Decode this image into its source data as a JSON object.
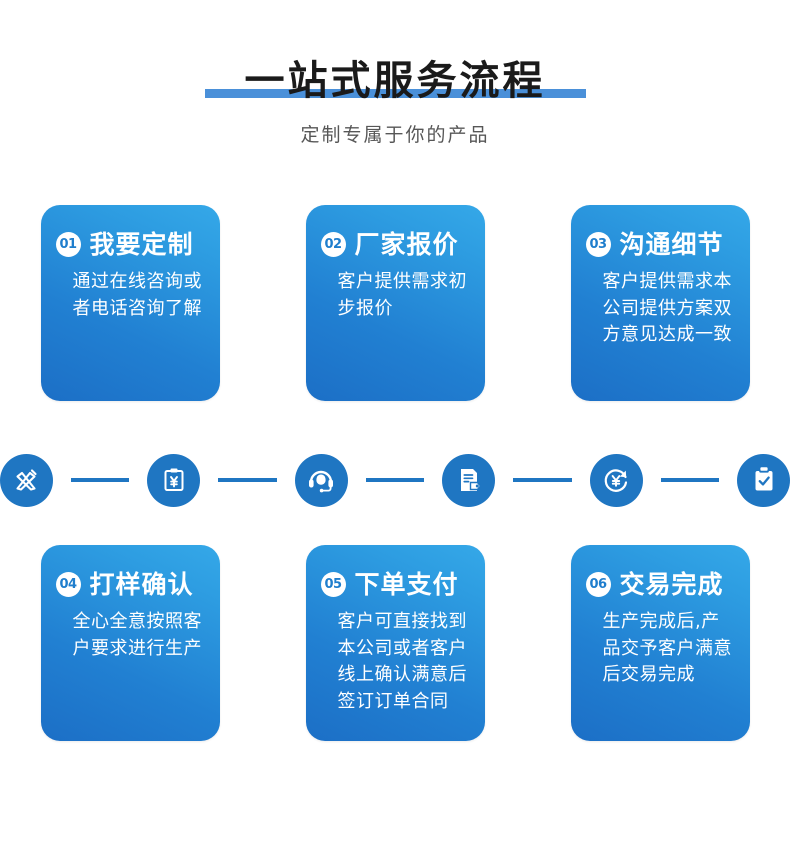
{
  "header": {
    "title": "一站式服务流程",
    "subtitle": "定制专属于你的产品",
    "underline_color": "#4a90d9",
    "title_color": "#1a1a1a",
    "subtitle_color": "#575757"
  },
  "theme": {
    "card_gradient_from": "#35a8e8",
    "card_gradient_to": "#1c6fc6",
    "icon_blue": "#1f76c2",
    "badge_text_color": "#1f7ecd"
  },
  "steps": [
    {
      "number": "01",
      "title": "我要定制",
      "body": "通过在线咨询或者电话咨询了解"
    },
    {
      "number": "02",
      "title": "厂家报价",
      "body": "客户提供需求初步报价"
    },
    {
      "number": "03",
      "title": "沟通细节",
      "body": "客户提供需求本公司提供方案双方意见达成一致"
    },
    {
      "number": "04",
      "title": "打样确认",
      "body": "全心全意按照客户要求进行生产"
    },
    {
      "number": "05",
      "title": "下单支付",
      "body": "客户可直接找到本公司或者客户线上确认满意后签订订单合同"
    },
    {
      "number": "06",
      "title": "交易完成",
      "body": "生产完成后,产品交予客户满意后交易完成"
    }
  ],
  "icons": [
    {
      "name": "design-pen-ruler-icon",
      "label": "设计"
    },
    {
      "name": "clipboard-yuan-quote-icon",
      "label": "报价"
    },
    {
      "name": "headset-support-icon",
      "label": "沟通"
    },
    {
      "name": "document-tag-sample-icon",
      "label": "打样"
    },
    {
      "name": "yuan-refresh-payment-icon",
      "label": "支付"
    },
    {
      "name": "clipboard-check-done-icon",
      "label": "完成"
    }
  ]
}
